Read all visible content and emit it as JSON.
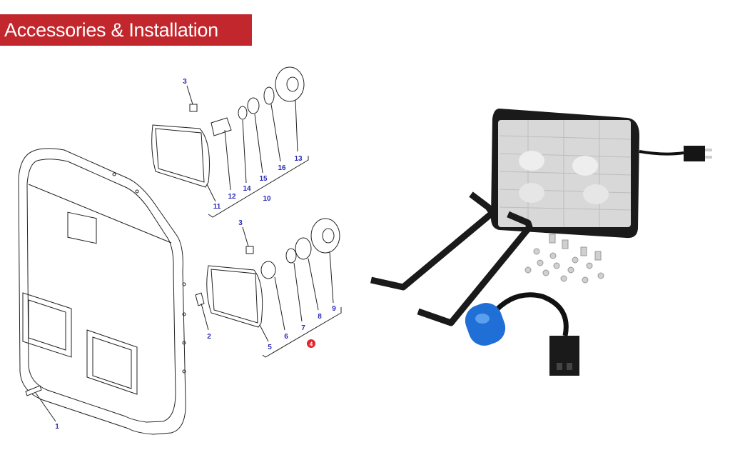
{
  "header": {
    "title": "Accessories & Installation"
  },
  "diagram": {
    "callouts": {
      "c1": "1",
      "c2": "2",
      "c3a": "3",
      "c3b": "3",
      "c4": "4",
      "c5": "5",
      "c6": "6",
      "c7": "7",
      "c8": "8",
      "c9": "9",
      "c10": "10",
      "c11": "11",
      "c12": "12",
      "c13": "13",
      "c14": "14",
      "c15": "15",
      "c16": "16"
    },
    "colors": {
      "banner": "#c1272d",
      "callout": "#2a2ab8",
      "highlight": "#e0262b",
      "connector": "#1f6fd6"
    }
  }
}
